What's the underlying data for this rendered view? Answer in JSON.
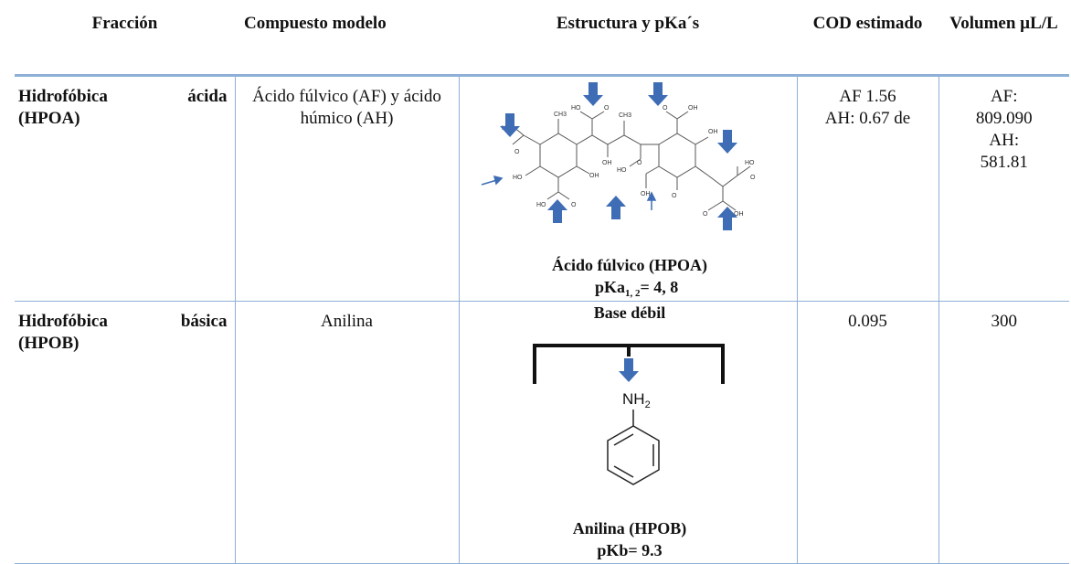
{
  "headers": {
    "fraccion": "Fracción",
    "compuesto": "Compuesto modelo",
    "estructura": "Estructura y pKa´s",
    "cod": "COD estimado",
    "volumen": "Volumen µL/L"
  },
  "rows": [
    {
      "fraccion": "Hidrofóbica ácida (HPOA)",
      "fraccion_line1": "Hidrofóbica ácida",
      "fraccion_line2": "(HPOA)",
      "compuesto": "Ácido fúlvico (AF) y ácido húmico (AH)",
      "cod_line1": "AF 1.56",
      "cod_line2": "AH: 0.67 de",
      "vol_line1": "AF:",
      "vol_line2": "809.090",
      "vol_line3": "AH:",
      "vol_line4": "581.81",
      "figure": {
        "caption_name": "Ácido fúlvico (HPOA)",
        "caption_pka_main": "pKa",
        "caption_pka_sub": "1, 2",
        "caption_pka_values": "= 4, 8",
        "chem_labels": {
          "ho": "HO",
          "oh": "OH",
          "ch3": "CH3"
        }
      }
    },
    {
      "fraccion": "Hidrofóbica básica (HPOB)",
      "fraccion_line1": "Hidrofóbica básica",
      "fraccion_line2": "(HPOB)",
      "compuesto": "Anilina",
      "cod": "0.095",
      "volumen": "300",
      "figure": {
        "title": "Base débil",
        "nh2_main": "NH",
        "nh2_sub": "2",
        "caption_name": "Anilina (HPOB)",
        "caption_pkb": "pKb= 9.3"
      }
    }
  ],
  "colors": {
    "arrow": "#3e6db5",
    "border": "#8fb0d6"
  }
}
